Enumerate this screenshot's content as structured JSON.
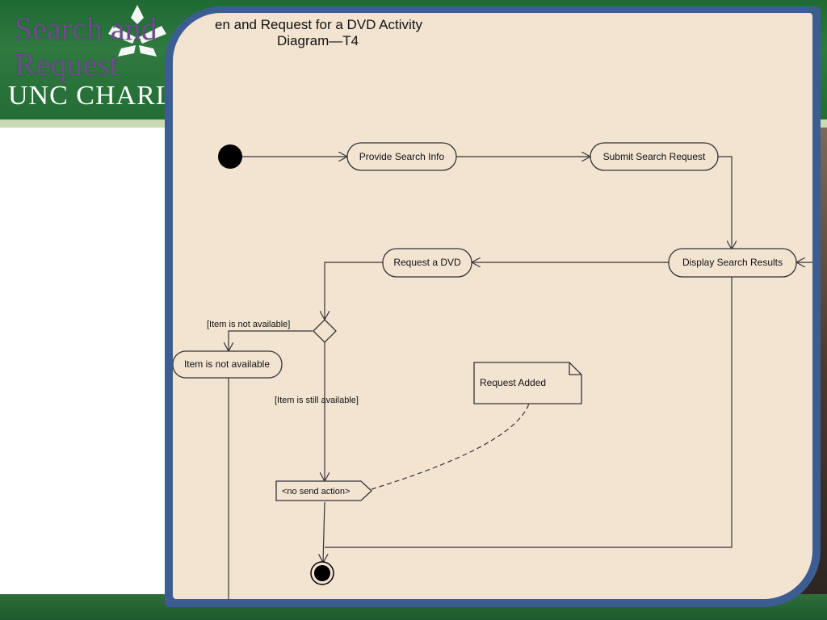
{
  "slide": {
    "title_line1": "Search and",
    "title_line2": "Request",
    "logo_text": "UNC CHARL"
  },
  "diagram": {
    "title_line1": "en and Request for a DVD Activity",
    "title_line2": "Diagram—T4",
    "nodes": {
      "provide_search": "Provide Search Info",
      "submit_search": "Submit Search Request",
      "display_results": "Display Search Results",
      "request_dvd": "Request a DVD",
      "item_not_available": "Item is not available",
      "no_send_action": "<no send action>",
      "note": "Request Added"
    },
    "guards": {
      "not_available": "[Item is not available]",
      "still_available": "[Item is still available]"
    }
  }
}
